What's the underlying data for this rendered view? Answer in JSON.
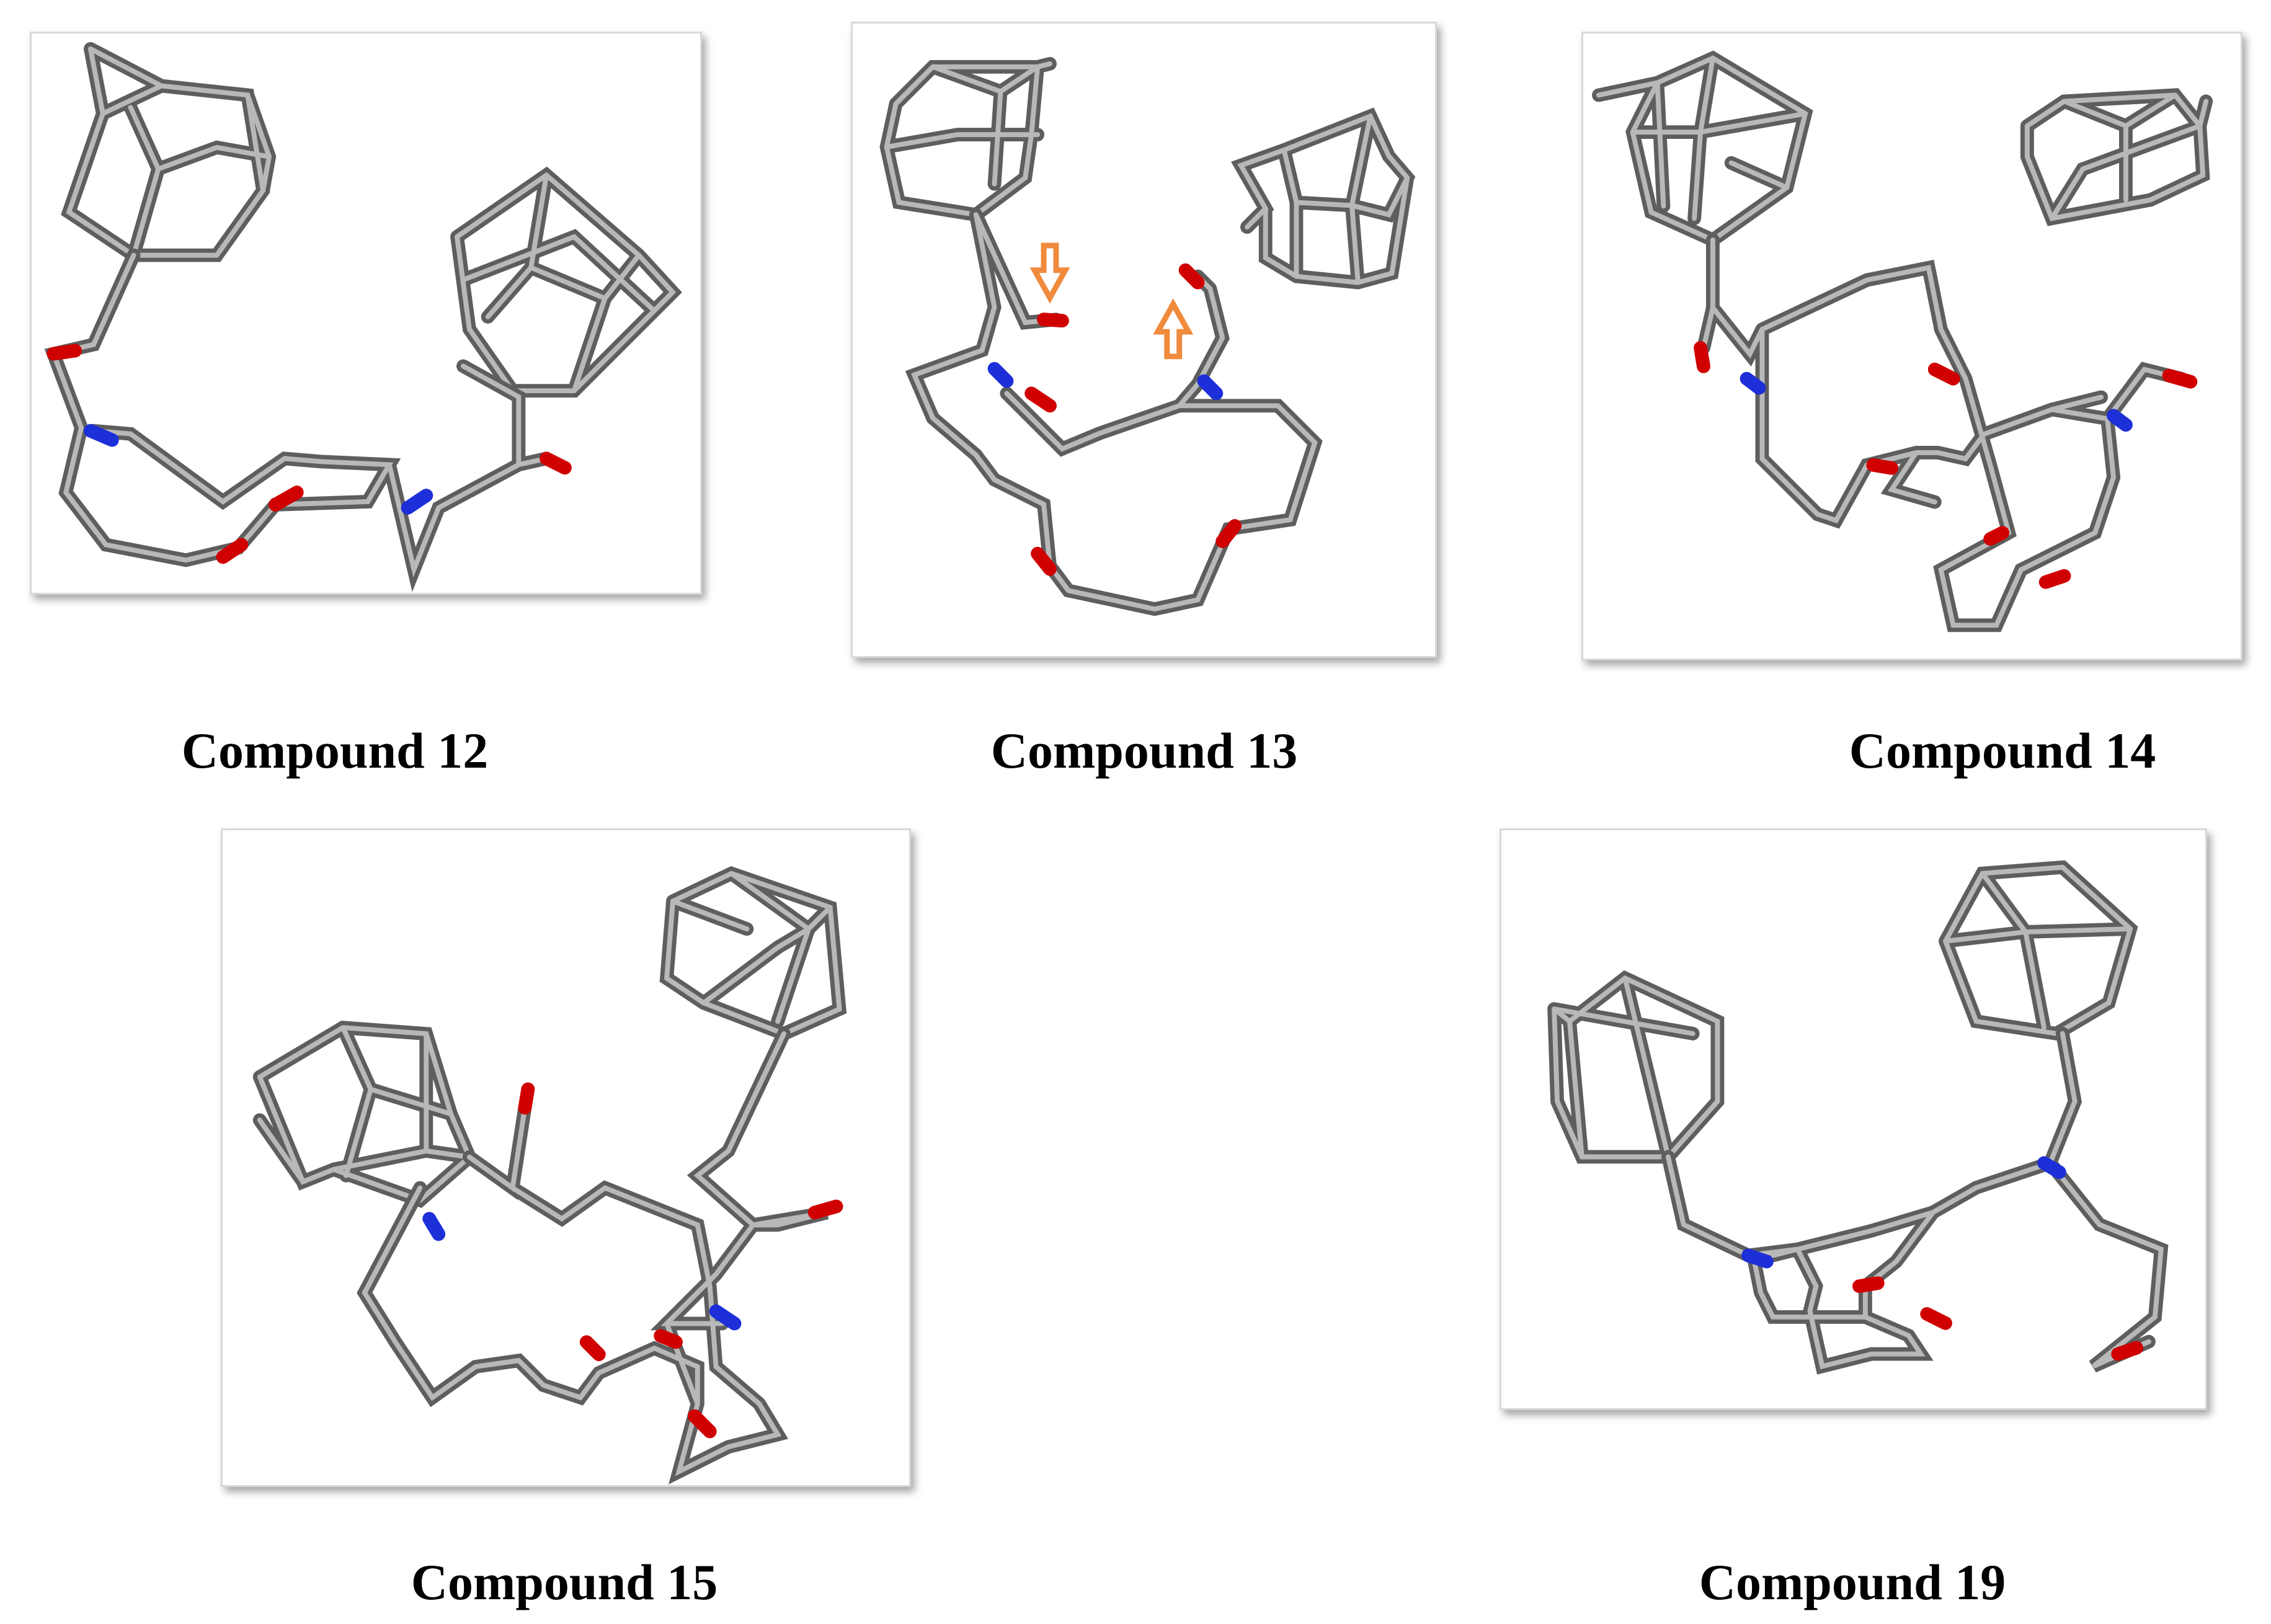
{
  "figure": {
    "panels": [
      {
        "id": "12",
        "caption": "Compound 12"
      },
      {
        "id": "13",
        "caption": "Compound 13"
      },
      {
        "id": "14",
        "caption": "Compound 14"
      },
      {
        "id": "15",
        "caption": "Compound 15"
      },
      {
        "id": "19",
        "caption": "Compound 19"
      }
    ]
  },
  "colors": {
    "carbon": "#8a8a8a",
    "oxygen": "#e00000",
    "nitrogen": "#1c2fd8",
    "arrow": "#f08a3c"
  }
}
